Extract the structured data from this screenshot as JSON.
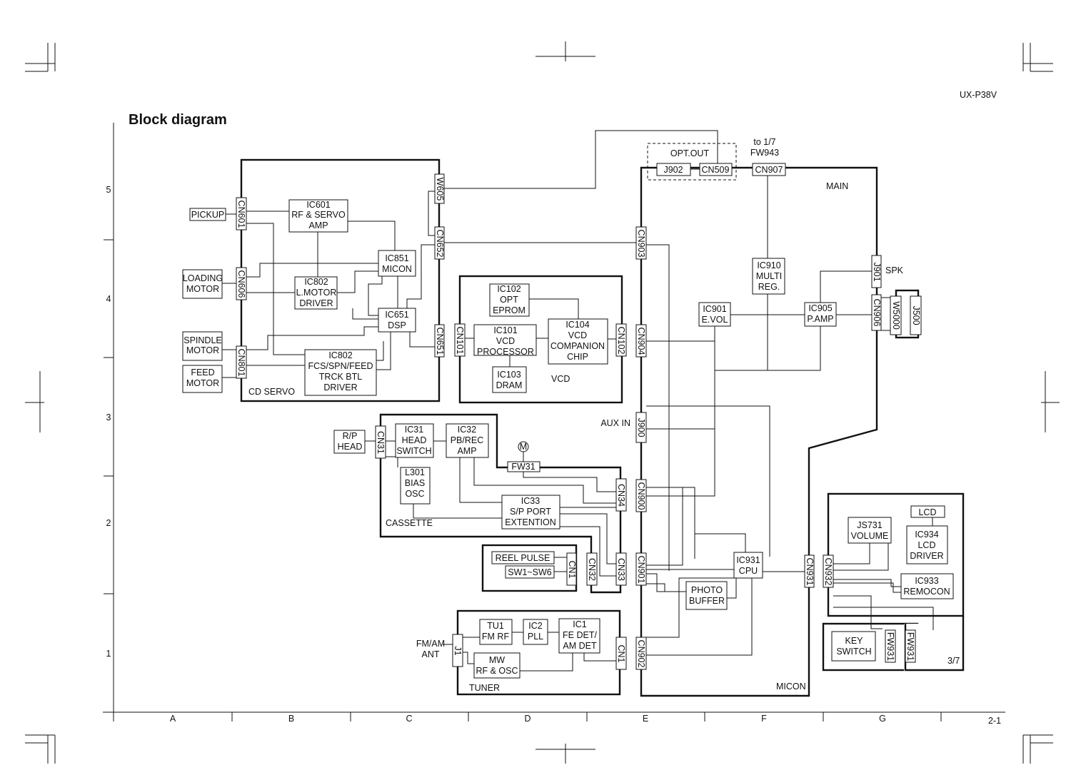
{
  "header": {
    "model": "UX-P38V",
    "title": "Block diagram",
    "page_number": "2-1"
  },
  "grid": {
    "row_labels": [
      "5",
      "4",
      "3",
      "2",
      "1"
    ],
    "column_labels": [
      "A",
      "B",
      "C",
      "D",
      "E",
      "F",
      "G"
    ]
  },
  "blocks": {
    "cd_servo": "CD SERVO",
    "vcd": "VCD",
    "cassette": "CASSETTE",
    "tuner": "TUNER",
    "main": "MAIN",
    "micon": "MICON",
    "page_ref_3_7": "3/7"
  },
  "external": {
    "pickup": "PICKUP",
    "loading_motor": [
      "LOADING",
      "MOTOR"
    ],
    "spindle_motor": [
      "SPINDLE",
      "MOTOR"
    ],
    "feed_motor": [
      "FEED",
      "MOTOR"
    ],
    "rp_head": [
      "R/P",
      "HEAD"
    ],
    "reel_pulse": "REEL PULSE",
    "sw1_sw6": "SW1~SW6",
    "fm_am_ant": [
      "FM/AM",
      "ANT"
    ],
    "aux_in": "AUX IN",
    "spk": "SPK",
    "to_fw943": [
      "to 1/7",
      "FW943"
    ],
    "opt_out": "OPT.OUT",
    "motor_symbol": "M"
  },
  "ics": {
    "ic601": [
      "IC601",
      "RF & SERVO",
      "AMP"
    ],
    "ic802_lmotor": [
      "IC802",
      "L.MOTOR",
      "DRIVER"
    ],
    "ic851": [
      "IC851",
      "MICON"
    ],
    "ic651": [
      "IC651",
      "DSP"
    ],
    "ic802_fcs": [
      "IC802",
      "FCS/SPN/FEED",
      "TRCK BTL",
      "DRIVER"
    ],
    "ic102": [
      "IC102",
      "OPT",
      "EPROM"
    ],
    "ic101": [
      "IC101",
      "VCD",
      "PROCESSOR"
    ],
    "ic104": [
      "IC104",
      "VCD",
      "COMPANION",
      "CHIP"
    ],
    "ic103": [
      "IC103",
      "DRAM"
    ],
    "ic31": [
      "IC31",
      "HEAD",
      "SWITCH"
    ],
    "ic32": [
      "IC32",
      "PB/REC",
      "AMP"
    ],
    "l301": [
      "L301",
      "BIAS",
      "OSC"
    ],
    "ic33": [
      "IC33",
      "S/P PORT",
      "EXTENTION"
    ],
    "tu1": [
      "TU1",
      "FM RF"
    ],
    "ic2": [
      "IC2",
      "PLL"
    ],
    "ic1": [
      "IC1",
      "FE DET/",
      "AM DET"
    ],
    "mw": [
      "MW",
      "RF & OSC"
    ],
    "ic910": [
      "IC910",
      "MULTI",
      "REG."
    ],
    "ic901": [
      "IC901",
      "E.VOL"
    ],
    "ic905": [
      "IC905",
      "P.AMP"
    ],
    "ic931": [
      "IC931",
      "CPU"
    ],
    "photo_buffer": [
      "PHOTO",
      "BUFFER"
    ],
    "js731": [
      "JS731",
      "VOLUME"
    ],
    "lcd": "LCD",
    "ic934": [
      "IC934",
      "LCD",
      "DRIVER"
    ],
    "ic933": [
      "IC933",
      "REMOCON"
    ],
    "key_switch": [
      "KEY",
      "SWITCH"
    ]
  },
  "connectors": {
    "cn601": "CN601",
    "cn606": "CN606",
    "cn801": "CN801",
    "w605": "W605",
    "cn652": "CN652",
    "cn651": "CN651",
    "cn101": "CN101",
    "cn102": "CN102",
    "cn31": "CN31",
    "fw31": "FW31",
    "cn34": "CN34",
    "cn33": "CN33",
    "cn32": "CN32",
    "cn1_reel": "CN1",
    "j1": "J1",
    "cn1_tuner": "CN1",
    "j902": "J902",
    "cn509": "CN509",
    "cn907": "CN907",
    "cn903": "CN903",
    "cn904": "CN904",
    "j900": "J900",
    "cn900": "CN900",
    "cn901": "CN901",
    "cn902": "CN902",
    "j901": "J901",
    "cn906": "CN906",
    "w5000": "W5000",
    "j500": "J500",
    "cn931": "CN931",
    "cn932": "CN932",
    "fw931_left": "FW931",
    "fw931_right": "FW931"
  }
}
